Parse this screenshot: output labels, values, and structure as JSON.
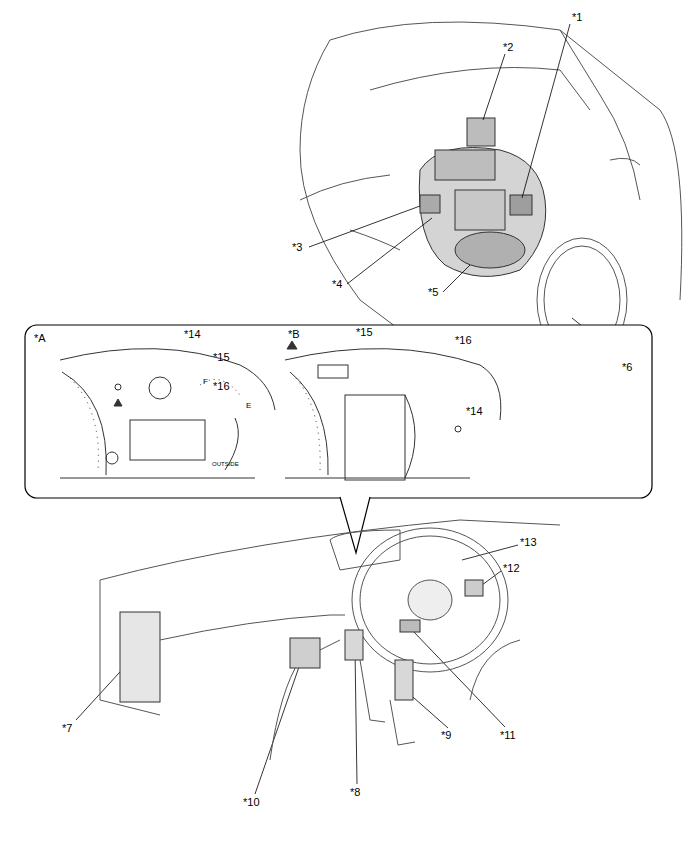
{
  "diagram": {
    "labels": [
      "*1",
      "*2",
      "*3",
      "*4",
      "*5",
      "*6",
      "*A",
      "*14",
      "*15",
      "*16",
      "F",
      "E",
      "OUTSIDE",
      "*B",
      "*15",
      "*16",
      "*14",
      "*13",
      "*12",
      "*7",
      "*10",
      "*8",
      "*9",
      "*11"
    ]
  }
}
